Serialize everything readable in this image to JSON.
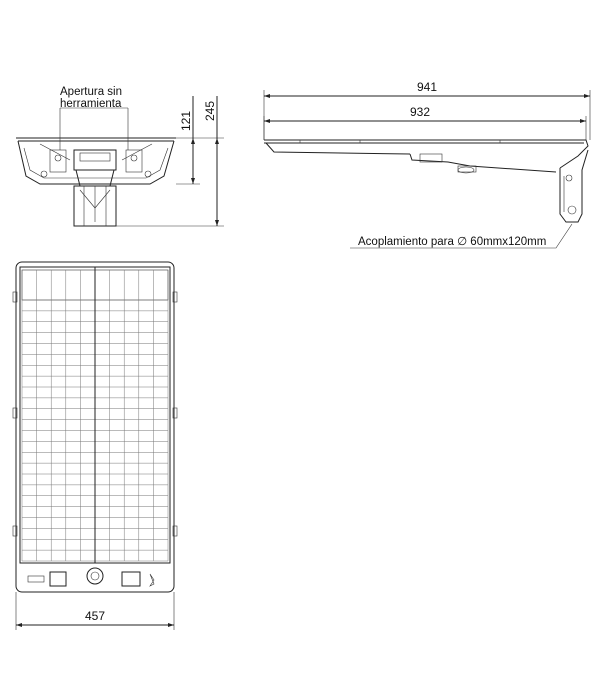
{
  "front_view": {
    "label_line1": "Apertura sin",
    "label_line2": "herramienta",
    "dim_inner": "121",
    "dim_outer": "245"
  },
  "side_view": {
    "dim_total": "941",
    "dim_panel": "932",
    "coupling_label": "Acoplamiento para ∅ 60mmx120mm"
  },
  "top_view": {
    "dim_width": "457",
    "panel_columns": 10,
    "panel_rows": 24
  }
}
